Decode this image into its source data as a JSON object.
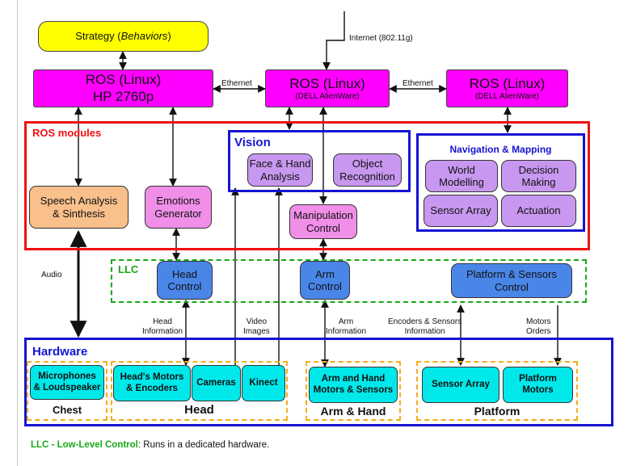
{
  "top": {
    "strategy": {
      "prefix": "Strategy (",
      "emph": "Behaviors",
      "suffix": ")"
    },
    "ros1": {
      "line1": "ROS (Linux)",
      "line2": "HP 2760p"
    },
    "ros2": {
      "line1": "ROS (Linux)",
      "line2": "(DELL AlienWare)"
    },
    "ros3": {
      "line1": "ROS (Linux)",
      "line2": "(DELL AlienWare)"
    },
    "internet": "Internet (802.11g)",
    "ethernet1": "Ethernet",
    "ethernet2": "Ethernet"
  },
  "ros_modules": {
    "title": "ROS modules",
    "speech": {
      "line1": "Speech Analysis",
      "line2": "& Sinthesis"
    },
    "emotions": {
      "line1": "Emotions",
      "line2": "Generator"
    },
    "manipulation": {
      "line1": "Manipulation",
      "line2": "Control"
    },
    "vision": {
      "title": "Vision",
      "face": {
        "line1": "Face & Hand",
        "line2": "Analysis"
      },
      "object": {
        "line1": "Object",
        "line2": "Recognition"
      }
    },
    "navigation": {
      "title": "Navigation & Mapping",
      "world": {
        "line1": "World",
        "line2": "Modelling"
      },
      "decision": {
        "line1": "Decision",
        "line2": "Making"
      },
      "sensor_array": "Sensor Array",
      "actuation": "Actuation"
    }
  },
  "llc": {
    "title": "LLC",
    "head": {
      "line1": "Head",
      "line2": "Control"
    },
    "arm": {
      "line1": "Arm",
      "line2": "Control"
    },
    "platform": {
      "line1": "Platform & Sensors",
      "line2": "Control"
    }
  },
  "links": {
    "audio": "Audio",
    "head_info": {
      "line1": "Head",
      "line2": "Information"
    },
    "video": {
      "line1": "Video",
      "line2": "Images"
    },
    "arm_info": {
      "line1": "Arm",
      "line2": "Information"
    },
    "encoders": {
      "line1": "Encoders & Sensors",
      "line2": "Information"
    },
    "motors": {
      "line1": "Motors",
      "line2": "Orders"
    }
  },
  "hardware": {
    "title": "Hardware",
    "microphones": {
      "line1": "Microphones",
      "line2": "& Loudspeaker"
    },
    "chest": "Chest",
    "head_motors": {
      "line1": "Head's Motors",
      "line2": "& Encoders"
    },
    "cameras": "Cameras",
    "kinect": "Kinect",
    "head": "Head",
    "arm_hand_motors": {
      "line1": "Arm and Hand",
      "line2": "Motors & Sensors"
    },
    "arm_hand": "Arm & Hand",
    "sensor_array": "Sensor Array",
    "platform_motors": {
      "line1": "Platform",
      "line2": "Motors"
    },
    "platform": "Platform"
  },
  "caption": {
    "bold": "LLC - Low-Level Control",
    "rest": ": Runs in a dedicated hardware."
  },
  "colors": {
    "magenta": "#ff00ff",
    "yellow": "#ffff00",
    "red": "#ee1111",
    "blue": "#1414d2",
    "green": "#17a817",
    "orange": "#f4ad1a",
    "cyan": "#00e8ea",
    "lavender": "#c898f0"
  }
}
